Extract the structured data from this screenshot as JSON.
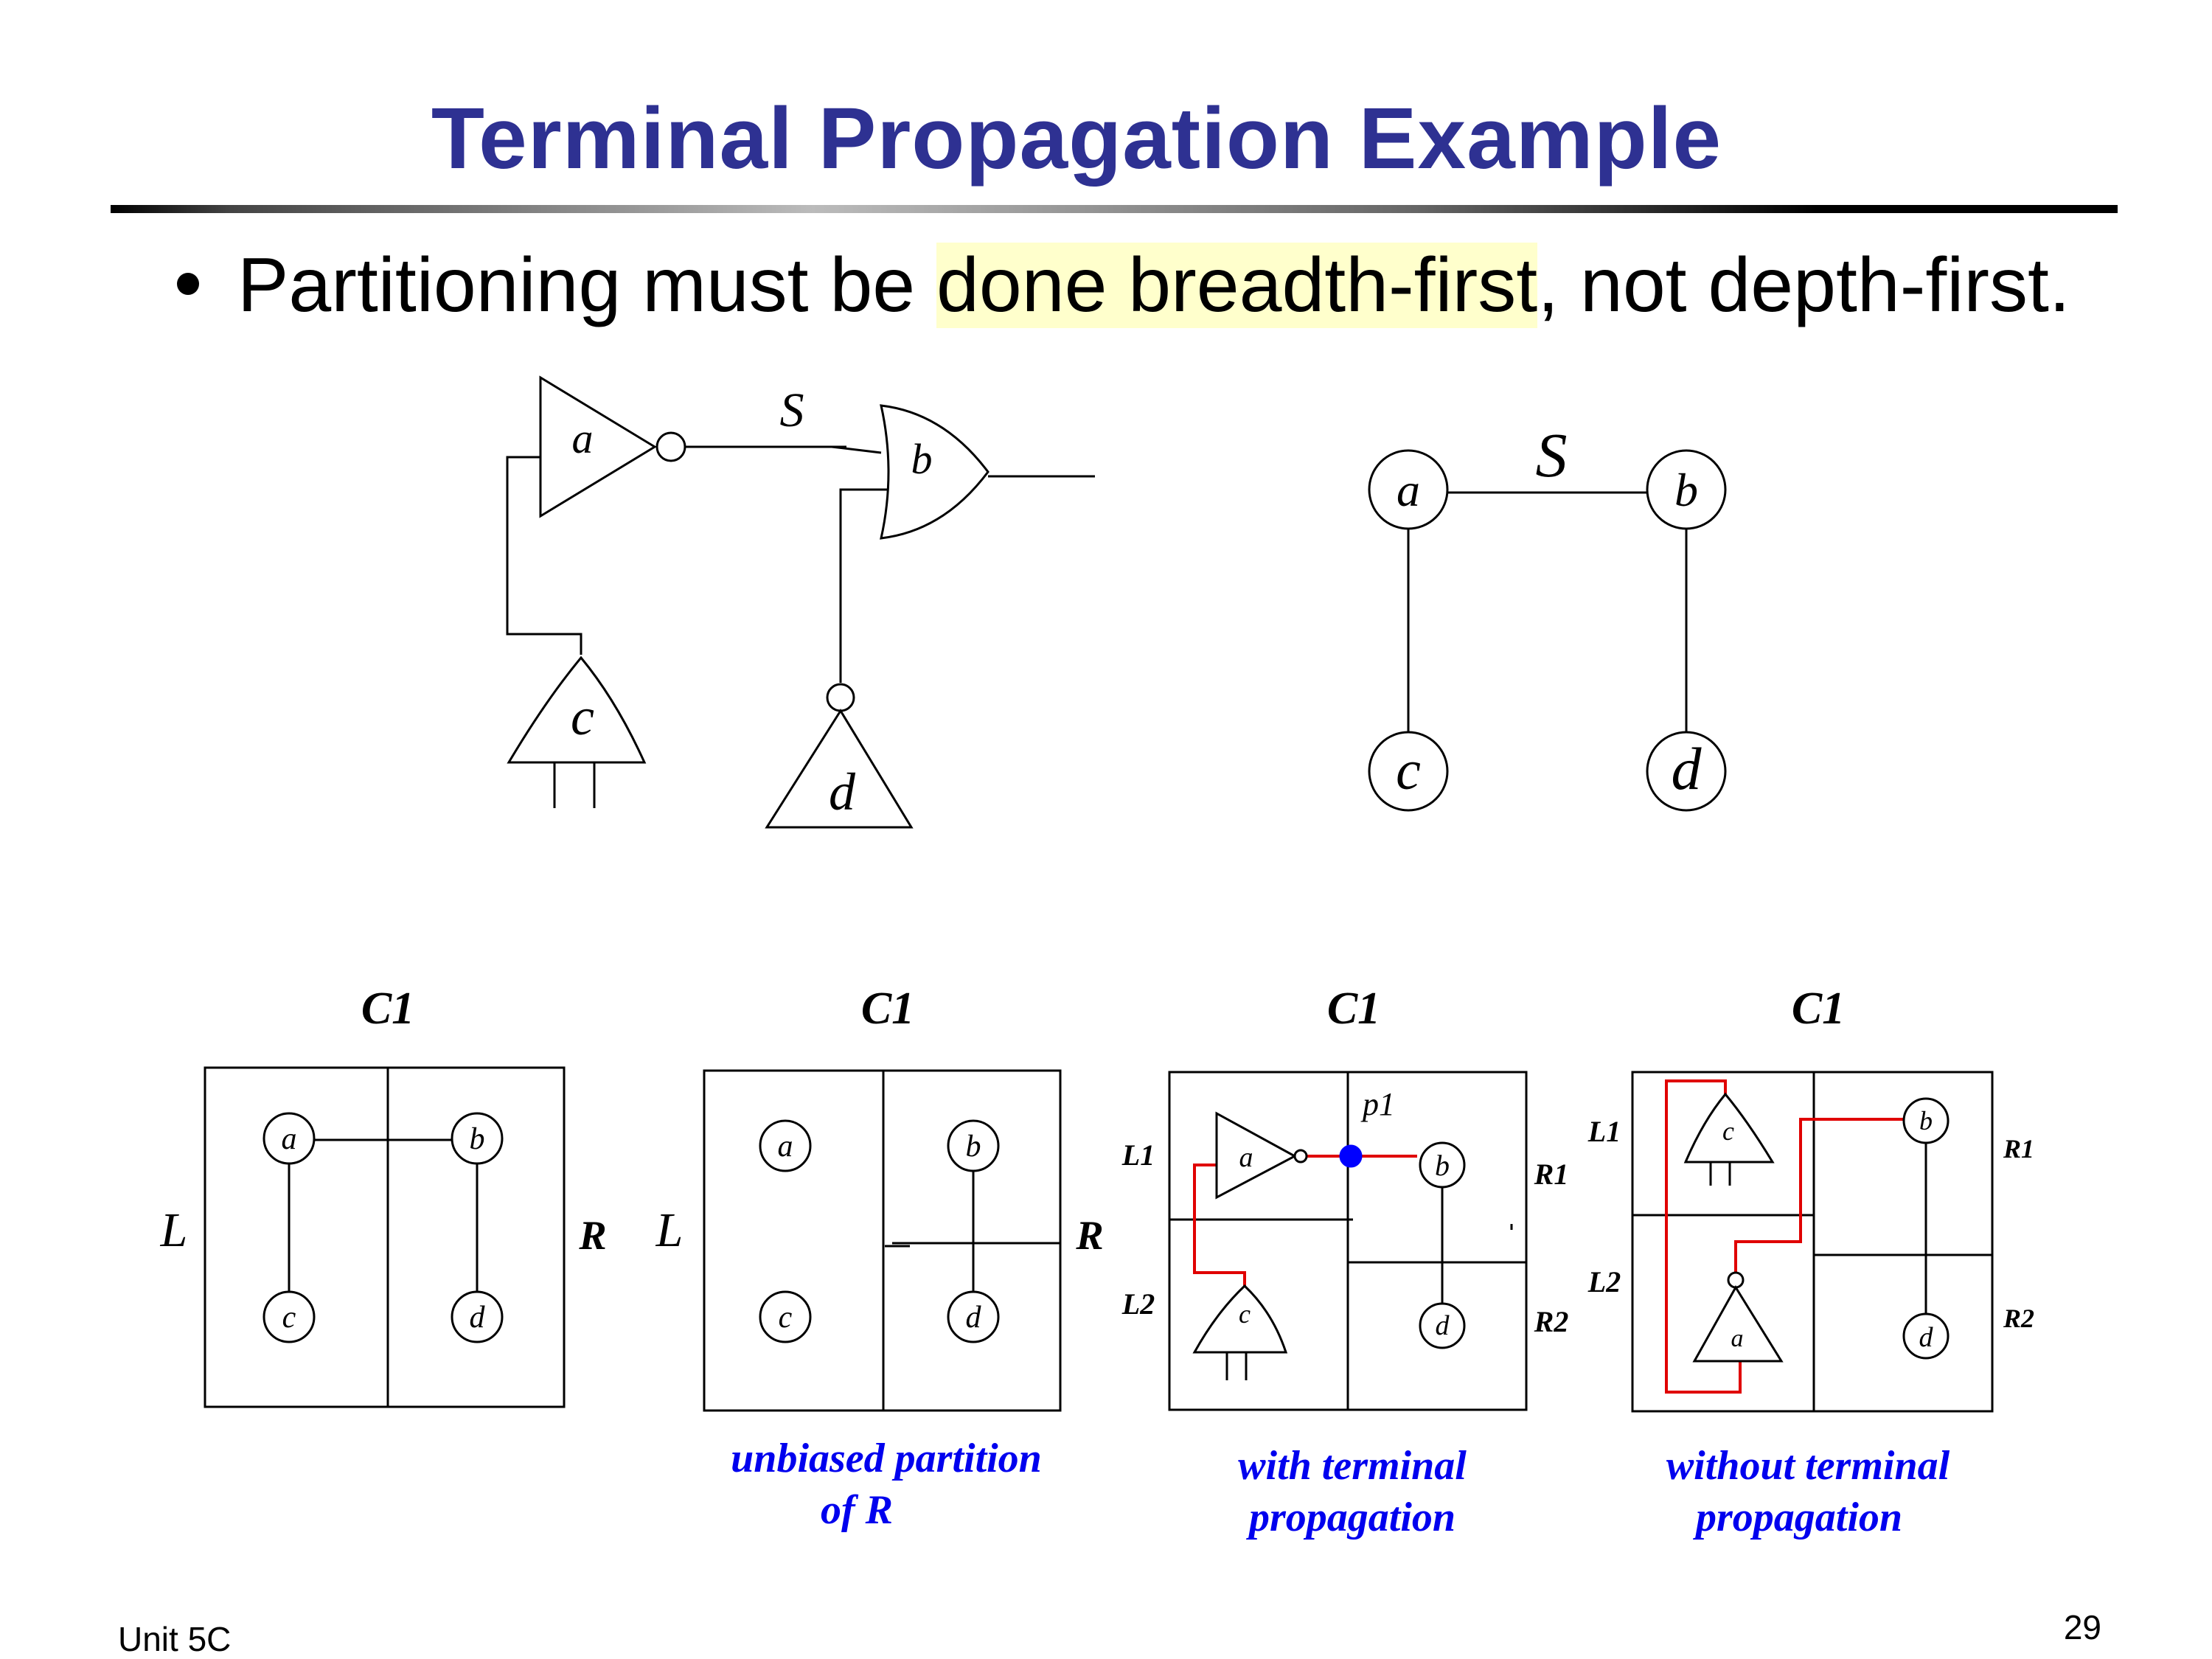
{
  "slide": {
    "title": "Terminal Propagation Example",
    "bullet": {
      "before": "Partitioning must be ",
      "highlight": "done breadth-first",
      "after": ", not depth-first."
    },
    "footer_left": "Unit 5C",
    "page_number": "29"
  },
  "circuit": {
    "gates": [
      "a",
      "b",
      "c",
      "d"
    ],
    "net_label": "S"
  },
  "graph": {
    "nodes": [
      "a",
      "b",
      "c",
      "d"
    ],
    "edge_label": "S"
  },
  "panels": [
    {
      "top_label": "C1",
      "left_label": "L",
      "right_label": "R",
      "nodes": [
        "a",
        "b",
        "c",
        "d"
      ],
      "caption": []
    },
    {
      "top_label": "C1",
      "left_label": "L",
      "right_label": "R",
      "nodes": [
        "a",
        "b",
        "c",
        "d"
      ],
      "caption": [
        "unbiased partition",
        "of R"
      ]
    },
    {
      "top_label": "C1",
      "region_labels": [
        "L1",
        "L2",
        "R1",
        "R2"
      ],
      "point_label": "p1",
      "nodes": [
        "a",
        "b",
        "c",
        "d"
      ],
      "caption": [
        "with terminal",
        "propagation"
      ]
    },
    {
      "top_label": "C1",
      "region_labels": [
        "L1",
        "L2",
        "R1",
        "R2"
      ],
      "nodes": [
        "c",
        "b",
        "a",
        "d"
      ],
      "caption": [
        "without terminal",
        "propagation"
      ]
    }
  ],
  "colors": {
    "title": "#2e3192",
    "highlight": "#ffffcc",
    "caption": "#0000ee",
    "net_red": "#e00000",
    "terminal_blue": "#0000ff"
  }
}
